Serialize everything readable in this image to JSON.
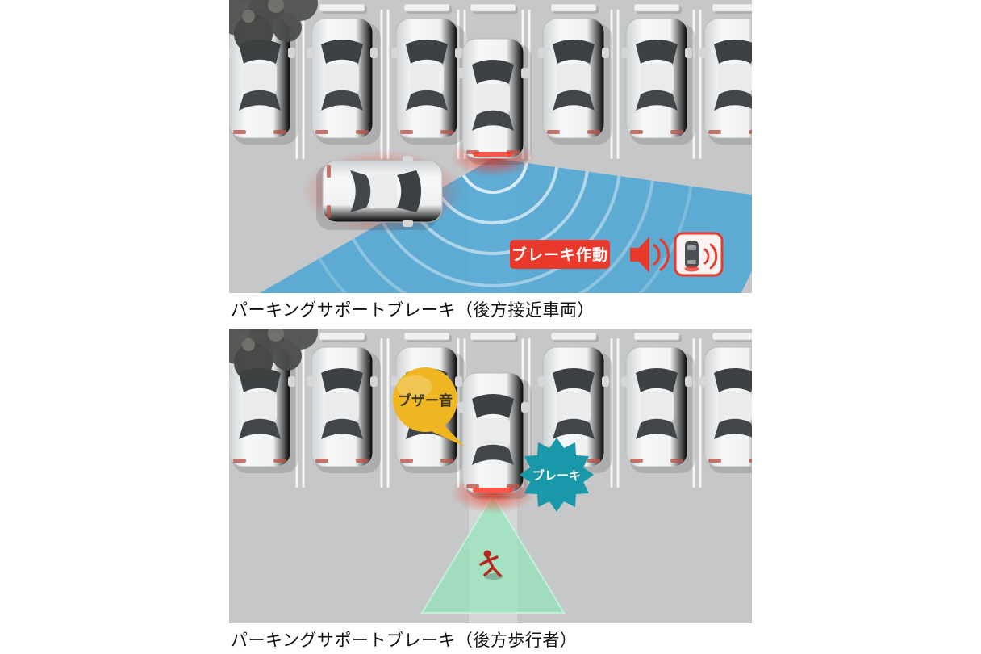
{
  "figure_rear_vehicle": {
    "caption": "パーキングサポートブレーキ（後方接近車両）",
    "brake_badge_label": "ブレーキ作動"
  },
  "figure_rear_pedestrian": {
    "caption": "パーキングサポートブレーキ（後方歩行者）",
    "buzzer_bubble_label": "ブザー音",
    "brake_burst_label": "ブレーキ"
  },
  "colors": {
    "alert_red": "#e8392b",
    "radar_blue": "#45a3d6",
    "bubble_yellow": "#efb622",
    "burst_teal": "#1898a8",
    "zone_green": "#8ae8ba",
    "asphalt": "#c6c7c8"
  },
  "icons": {
    "speaker": "speaker-icon",
    "vehicle_buzzer": "vehicle-buzzer-icon"
  }
}
